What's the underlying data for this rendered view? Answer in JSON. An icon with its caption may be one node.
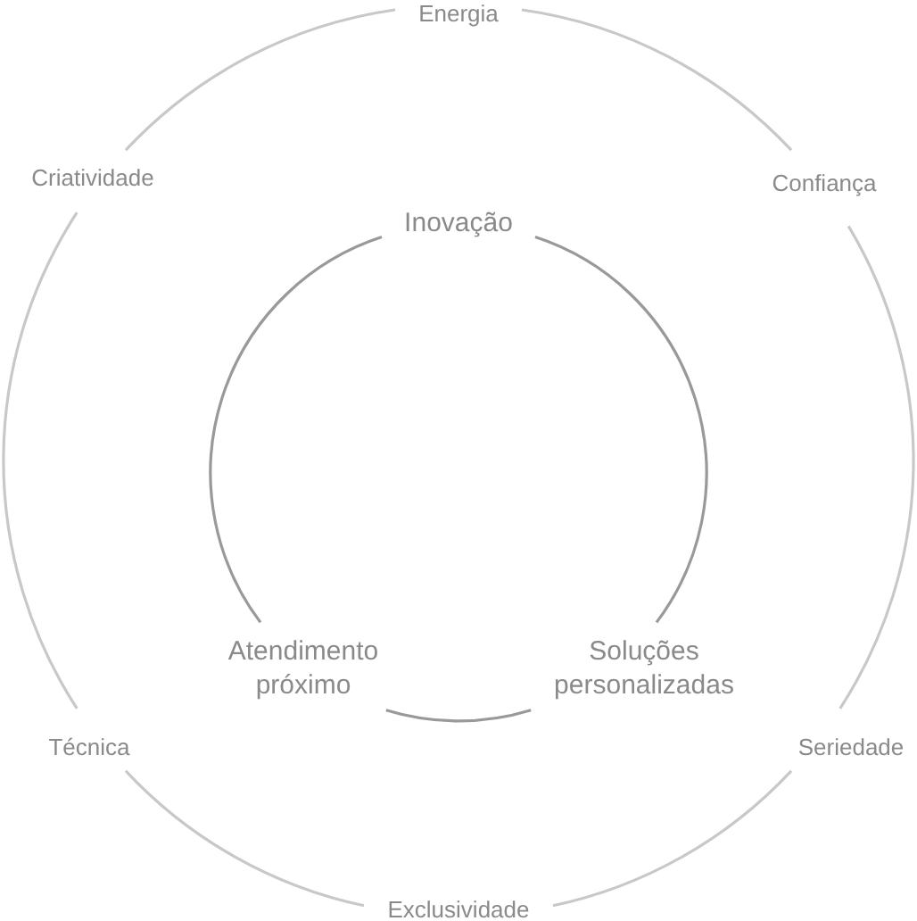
{
  "diagram": {
    "nodes": [
      {
        "text": [
          "Energia"
        ]
      },
      {
        "text": [
          "Criatividade"
        ]
      },
      {
        "text": [
          "Confiança"
        ]
      },
      {
        "text": [
          "Inovação"
        ]
      },
      {
        "text": [
          "Atendimento próximo"
        ]
      },
      {
        "text": [
          "Soluções personalizadas"
        ]
      },
      {
        "text": [
          "Técnica"
        ]
      },
      {
        "text": [
          "Seriedade"
        ]
      },
      {
        "text": [
          "Exclusividade"
        ]
      }
    ],
    "edges": [
      {
        "from": 0,
        "to": 2,
        "arrow": "none"
      },
      {
        "from": 2,
        "to": 7,
        "arrow": "none"
      },
      {
        "from": 7,
        "to": 8,
        "arrow": "none"
      },
      {
        "from": 8,
        "to": 6,
        "arrow": "none"
      },
      {
        "from": 6,
        "to": 1,
        "arrow": "none"
      },
      {
        "from": 1,
        "to": 0,
        "arrow": "none"
      },
      {
        "from": 3,
        "to": 5,
        "arrow": "none",
        "color": "#999999"
      },
      {
        "from": 5,
        "to": 4,
        "arrow": "none",
        "color": "#999999"
      },
      {
        "from": 4,
        "to": 3,
        "arrow": "none",
        "color": "#999999"
      }
    ]
  }
}
